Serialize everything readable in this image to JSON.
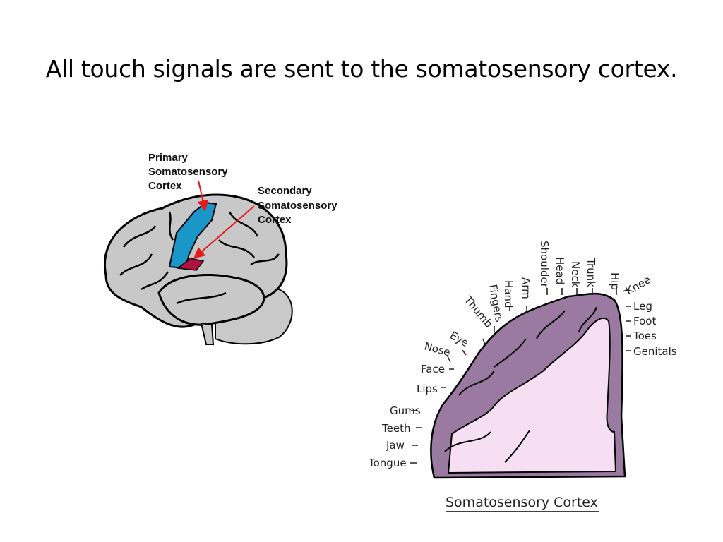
{
  "slide": {
    "title": "All touch signals are sent to the somatosensory cortex."
  },
  "brain": {
    "primary_label": [
      "Primary",
      "Somatosensory",
      "Cortex"
    ],
    "secondary_label": [
      "Secondary",
      "Somatosensory",
      "Cortex"
    ]
  },
  "homunculus": {
    "caption": "Somatosensory Cortex",
    "body_parts": [
      "Shoulder",
      "Head",
      "Neck",
      "Trunk",
      "Hip",
      "Knee",
      "Arm",
      "Hand",
      "Fingers",
      "Thumb",
      "Eye",
      "Nose",
      "Face",
      "Lips",
      "Gums",
      "Teeth",
      "Jaw",
      "Tongue",
      "Leg",
      "Foot",
      "Toes",
      "Genitals"
    ]
  },
  "colors": {
    "primary_cortex": "#1a96c9",
    "secondary_cortex": "#b0123f",
    "cortex_fill": "#9a7aa0",
    "cortex_inner": "#f6def3",
    "arrow": "#e21b1b"
  }
}
